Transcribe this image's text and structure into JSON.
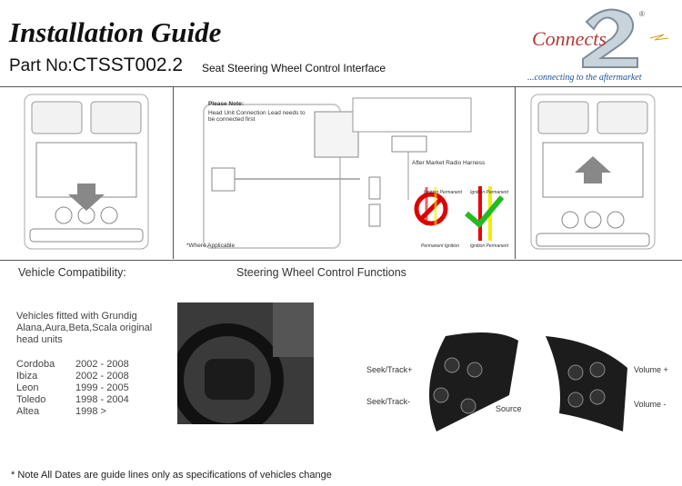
{
  "header": {
    "title": "Installation Guide",
    "part_label": "Part No:",
    "part_number": "CTSST002.2",
    "subtitle": "Seat Steering Wheel Control Interface"
  },
  "logo": {
    "brand": "Connects 2",
    "tagline": "...connecting to the aftermarket"
  },
  "diagram": {
    "note_title": "Please Note:",
    "note_text": "Head Unit Connection Lead needs to be connected first",
    "harness_label": "After Market Radio Harness",
    "where_applicable": "*Where Applicable",
    "wrong_top": [
      "Ignition",
      "Permanent"
    ],
    "wrong_bottom": [
      "Permanent",
      "Ignition"
    ],
    "right_top": [
      "Ignition",
      "Permanent"
    ],
    "right_bottom": [
      "Ignition",
      "Permanent"
    ]
  },
  "compat": {
    "heading": "Vehicle Compatibility:",
    "description": "Vehicles fitted with Grundig Alana,Aura,Beta,Scala original head units",
    "vehicles": [
      {
        "model": "Cordoba",
        "years": "2002 - 2008"
      },
      {
        "model": "Ibiza",
        "years": "2002 - 2008"
      },
      {
        "model": "Leon",
        "years": "1999 - 2005"
      },
      {
        "model": "Toledo",
        "years": "1998 - 2004"
      },
      {
        "model": "Altea",
        "years": "1998 >"
      }
    ]
  },
  "functions": {
    "heading": "Steering Wheel Control Functions",
    "seek_up": "Seek/Track+",
    "seek_down": "Seek/Track-",
    "source": "Source",
    "vol_up": "Volume +",
    "vol_down": "Volume -"
  },
  "footnote": "* Note All Dates are guide lines only as specifications of vehicles change"
}
